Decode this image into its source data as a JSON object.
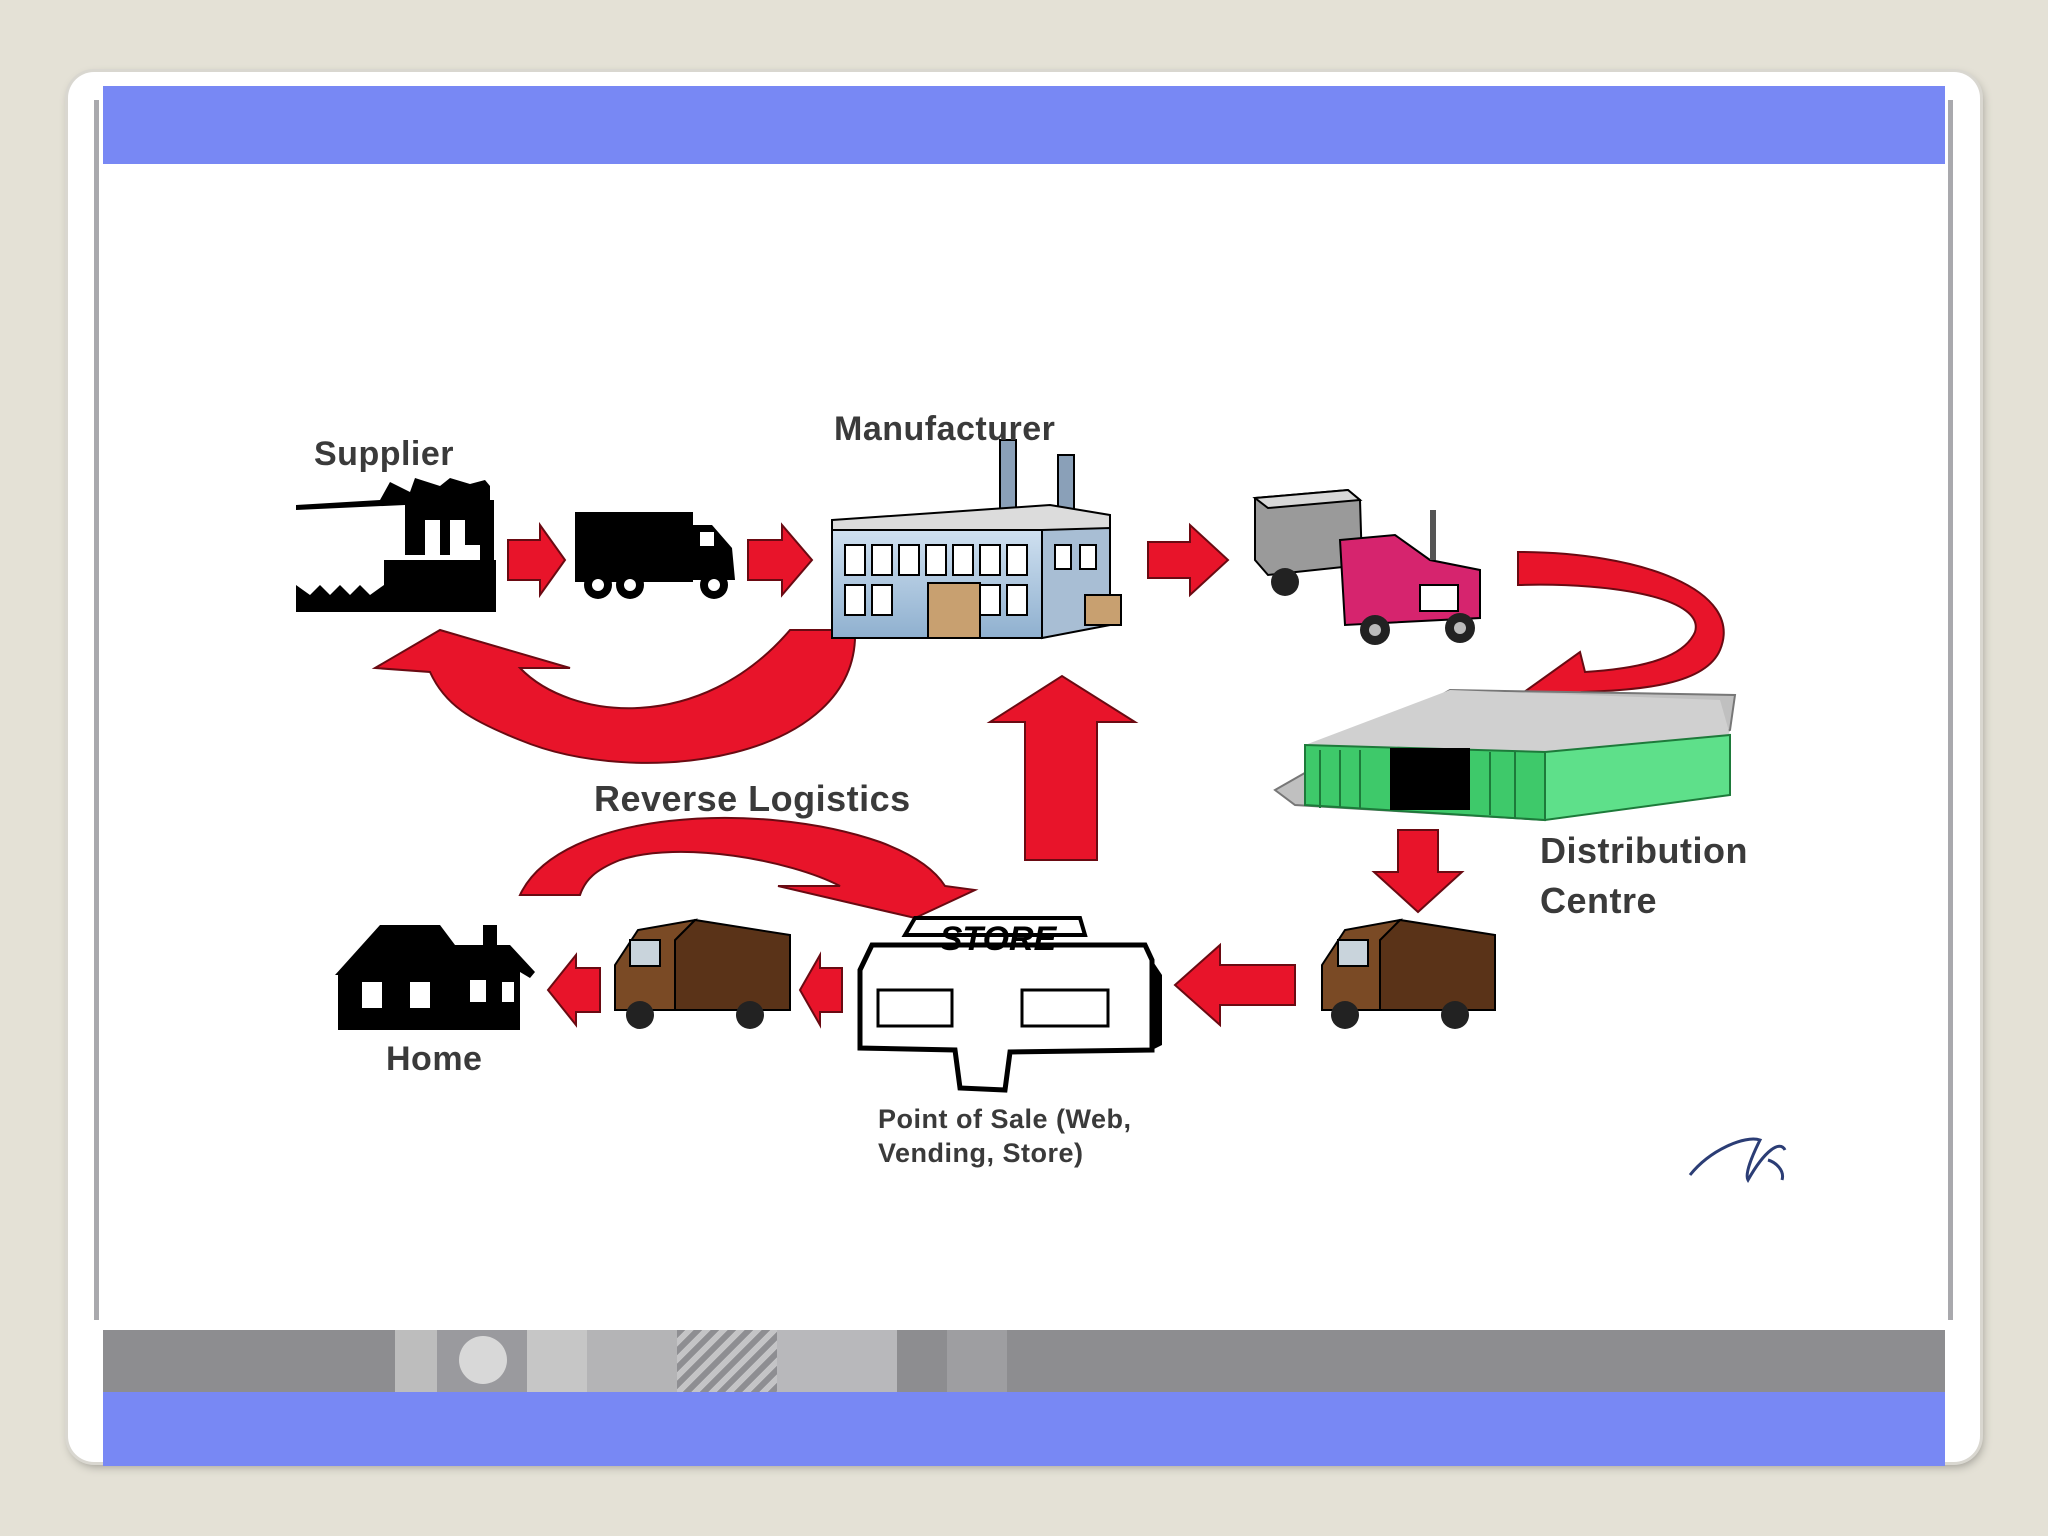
{
  "diagram": {
    "nodes": {
      "supplier": "Supplier",
      "manufacturer": "Manufacturer",
      "distribution_line1": "Distribution",
      "distribution_line2": "Centre",
      "point_of_sale_line1": "Point of Sale (Web,",
      "point_of_sale_line2": "Vending, Store)",
      "home": "Home"
    },
    "reverse_label": "Reverse Logistics",
    "store_sign": "STORE"
  },
  "colors": {
    "arrow": "#e8142a",
    "accent_bar": "#7888f4",
    "warehouse_green": "#3ec96a",
    "truck_magenta": "#d6246e",
    "brown_truck": "#5a3318"
  }
}
